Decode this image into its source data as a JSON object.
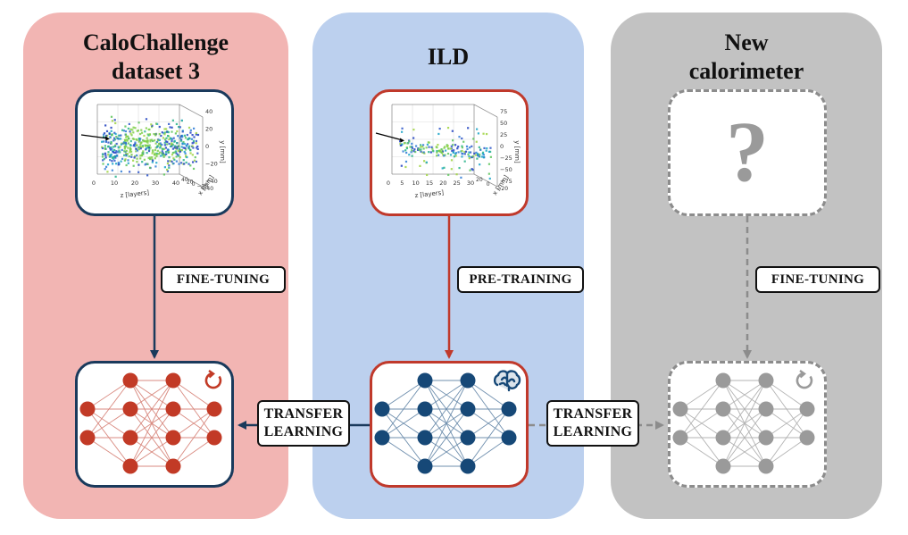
{
  "colors": {
    "left_panel": "#f2b5b3",
    "mid_panel": "#bcd0ee",
    "right_panel": "#c2c2c2",
    "navy": "#1a3a5c",
    "red": "#c0392b",
    "gray": "#8c8c8c",
    "node_red": "#c23a26",
    "node_navy": "#164877",
    "node_gray": "#9a9a9a",
    "edge_red": "#d98a80",
    "edge_navy": "#6f8fae",
    "edge_gray": "#b3b3b3"
  },
  "panels": {
    "left": {
      "title_line1": "CaloChallenge",
      "title_line2": "dataset 3"
    },
    "middle": {
      "title": "ILD"
    },
    "right": {
      "title_line1": "New",
      "title_line2": "calorimeter"
    }
  },
  "labels": {
    "left_finetune": "FINE-TUNING",
    "pretrain": "PRE-TRAINING",
    "right_finetune": "FINE-TUNING",
    "transfer_left_1": "TRANSFER",
    "transfer_left_2": "LEARNING",
    "transfer_right_1": "TRANSFER",
    "transfer_right_2": "LEARNING",
    "unknown": "?"
  },
  "plots": {
    "left": {
      "y_axis": "y [mm]",
      "y_ticks": [
        "40",
        "20",
        "0",
        "−20",
        "−40"
      ],
      "x_ticks": [
        "0",
        "10",
        "20",
        "30",
        "40"
      ],
      "x_axis": "z [layers]",
      "depth_ticks": [
        "40",
        "20",
        "0",
        "−20",
        "−40"
      ],
      "depth_axis": "x [mm]"
    },
    "middle": {
      "y_axis": "y [mm]",
      "y_ticks": [
        "75",
        "50",
        "25",
        "0",
        "−25",
        "−50",
        "−75"
      ],
      "x_ticks": [
        "0",
        "5",
        "10",
        "15",
        "20",
        "25",
        "30"
      ],
      "x_axis": "z [layers]",
      "depth_ticks": [
        "20",
        "0",
        "−20"
      ],
      "depth_axis": "x [mm]"
    }
  },
  "icons": {
    "left_net": "refresh-icon",
    "middle_net": "brain-icon",
    "right_net": "refresh-icon"
  }
}
